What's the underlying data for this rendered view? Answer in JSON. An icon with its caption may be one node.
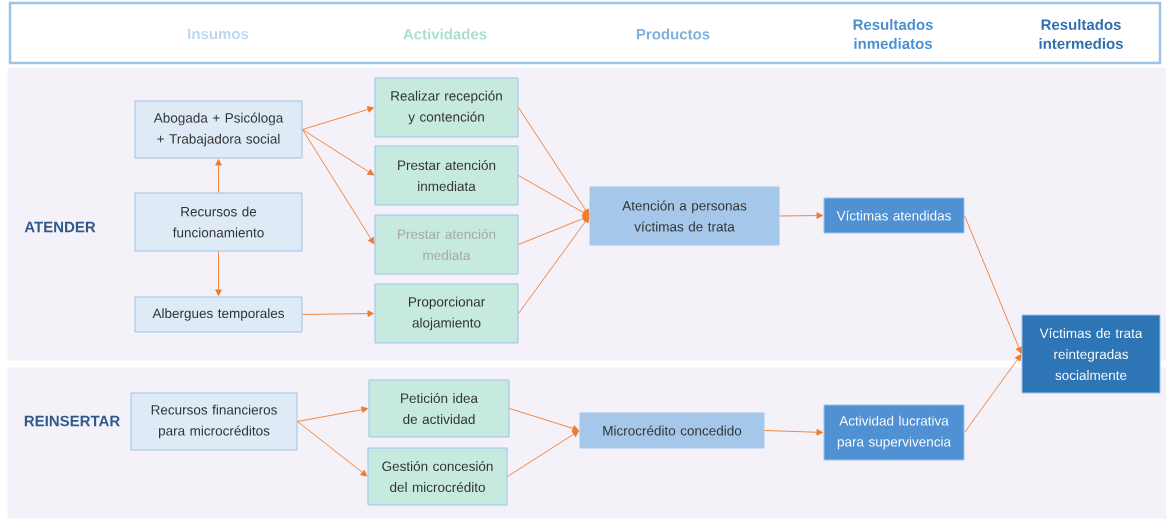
{
  "diagram": {
    "nodes": [
      {
        "text": [
          "Insumos",
          "Actividades",
          "Productos",
          "Resultados inmediatos",
          "Resultados intermedios"
        ]
      },
      {
        "text": [
          "ATENDER"
        ]
      },
      {
        "text": [
          "Abogada + Psicóloga + Trabajadora social"
        ],
        "in": 1
      },
      {
        "text": [
          "Recursos de funcionamiento"
        ],
        "in": 1
      },
      {
        "text": [
          "Albergues temporales"
        ],
        "in": 1
      },
      {
        "text": [
          "Realizar recepción y contención"
        ],
        "in": 1
      },
      {
        "text": [
          "Prestar atención inmediata"
        ],
        "in": 1
      },
      {
        "text": [
          "Prestar atención mediata"
        ],
        "in": 1
      },
      {
        "text": [
          "Proporcionar alojamiento"
        ],
        "in": 1
      },
      {
        "text": [
          "Atención a personas víctimas de trata"
        ],
        "in": 1
      },
      {
        "text": [
          "Víctimas atendidas"
        ],
        "in": 1
      },
      {
        "text": [
          "REINSERTAR"
        ]
      },
      {
        "text": [
          "Recursos financieros para microcréditos"
        ],
        "in": 11
      },
      {
        "text": [
          "Petición idea de actividad"
        ],
        "in": 11
      },
      {
        "text": [
          "Gestión concesión del microcrédito"
        ],
        "in": 11
      },
      {
        "text": [
          "Microcrédito concedido"
        ],
        "in": 11
      },
      {
        "text": [
          "Actividad lucrativa para supervivencia"
        ],
        "in": 11
      },
      {
        "text": [
          "Víctimas de trata reintegradas socialmente"
        ]
      }
    ],
    "edges": [
      {
        "from": 3,
        "to": 2,
        "arrow": "to"
      },
      {
        "from": 3,
        "to": 4,
        "arrow": "to"
      },
      {
        "from": 2,
        "to": 5,
        "arrow": "to"
      },
      {
        "from": 2,
        "to": 6,
        "arrow": "to"
      },
      {
        "from": 2,
        "to": 7,
        "arrow": "to"
      },
      {
        "from": 4,
        "to": 8,
        "arrow": "to"
      },
      {
        "from": 5,
        "to": 9,
        "arrow": "to"
      },
      {
        "from": 6,
        "to": 9,
        "arrow": "to"
      },
      {
        "from": 7,
        "to": 9,
        "arrow": "to"
      },
      {
        "from": 8,
        "to": 9,
        "arrow": "to"
      },
      {
        "from": 9,
        "to": 10,
        "arrow": "to"
      },
      {
        "from": 10,
        "to": 17,
        "arrow": "to"
      },
      {
        "from": 12,
        "to": 13,
        "arrow": "to"
      },
      {
        "from": 12,
        "to": 14,
        "arrow": "to"
      },
      {
        "from": 13,
        "to": 15,
        "arrow": "to"
      },
      {
        "from": 14,
        "to": 15,
        "arrow": "to"
      },
      {
        "from": 15,
        "to": 16,
        "arrow": "to"
      },
      {
        "from": 16,
        "to": 17,
        "arrow": "to"
      }
    ]
  }
}
